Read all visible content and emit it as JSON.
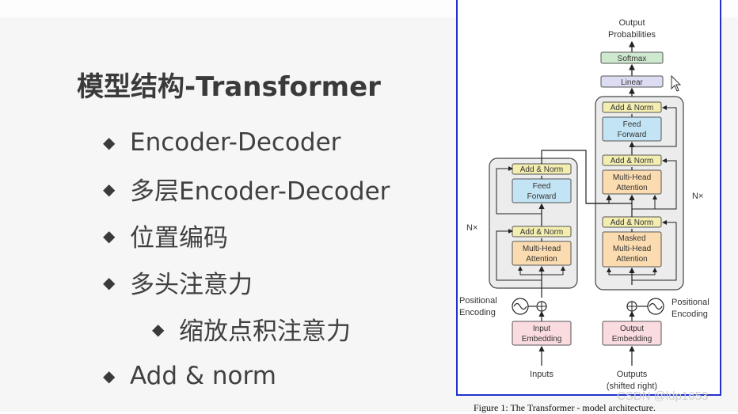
{
  "slide": {
    "title": "模型结构-Transformer",
    "bullets": [
      {
        "text": "Encoder-Decoder",
        "level": 1
      },
      {
        "text": "多层Encoder-Decoder",
        "level": 1
      },
      {
        "text": "位置编码",
        "level": 1
      },
      {
        "text": "多头注意力",
        "level": 1
      },
      {
        "text": "缩放点积注意力",
        "level": 2
      },
      {
        "text": "Add & norm",
        "level": 1
      }
    ],
    "bullet_glyph": "◆"
  },
  "figure": {
    "output_probabilities": [
      "Output",
      "Probabilities"
    ],
    "softmax": "Softmax",
    "linear": "Linear",
    "encoder": {
      "add_norm": "Add & Norm",
      "feed_forward": [
        "Feed",
        "Forward"
      ],
      "multi_head": [
        "Multi-Head",
        "Attention"
      ],
      "repeat": "N×"
    },
    "decoder": {
      "add_norm": "Add & Norm",
      "feed_forward": [
        "Feed",
        "Forward"
      ],
      "multi_head": [
        "Multi-Head",
        "Attention"
      ],
      "masked": [
        "Masked",
        "Multi-Head",
        "Attention"
      ],
      "repeat": "N×"
    },
    "positional_encoding": [
      "Positional",
      "Encoding"
    ],
    "input_embedding": [
      "Input",
      "Embedding"
    ],
    "output_embedding": [
      "Output",
      "Embedding"
    ],
    "inputs": "Inputs",
    "outputs": [
      "Outputs",
      "(shifted right)"
    ],
    "caption": "Figure 1: The Transformer - model architecture.",
    "colors": {
      "add_norm": "#f3eeb0",
      "feed_forward": "#c3e4f4",
      "attention": "#fbdcb0",
      "embedding": "#fadbe0",
      "softmax": "#cfe9cf",
      "linear": "#dcdcf2",
      "block": "#ececec",
      "frame": "#2233cc"
    }
  },
  "watermark": "CSDN @ldp1653"
}
